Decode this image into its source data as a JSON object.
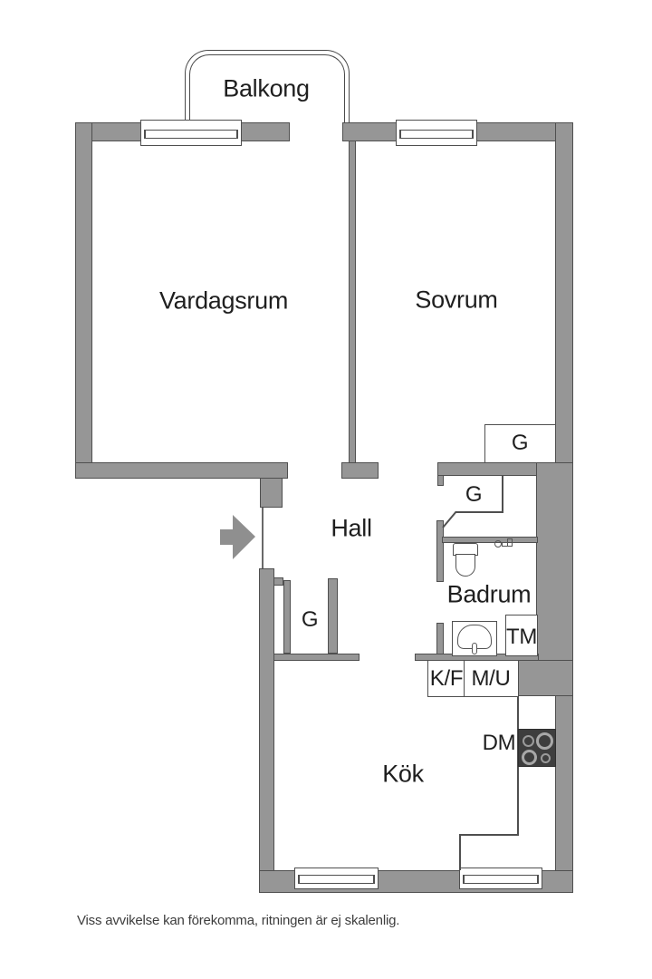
{
  "floor_plan": {
    "rooms": {
      "balcony": "Balkong",
      "living_room": "Vardagsrum",
      "bedroom": "Sovrum",
      "hall": "Hall",
      "bathroom": "Badrum",
      "kitchen": "Kök"
    },
    "closets": {
      "bedroom_closet": "G",
      "hall_closet_right": "G",
      "hall_closet_kitchen": "G"
    },
    "appliances": {
      "washing_machine": "TM",
      "fridge_freezer": "K/F",
      "micro_oven": "M/U",
      "dishwasher": "DM"
    },
    "icons": {
      "entrance": "entrance-arrow",
      "toilet": "toilet",
      "sink": "sink",
      "faucet": "faucet",
      "stove": "stove-4-burners"
    },
    "disclaimer": "Viss avvikelse kan förekomma, ritningen är ej skalenlig.",
    "colors": {
      "wall": "#969696",
      "outline": "#4f4f4f",
      "text": "#1f1f1f",
      "stove": "#3e3e3e",
      "background": "#ffffff"
    }
  }
}
